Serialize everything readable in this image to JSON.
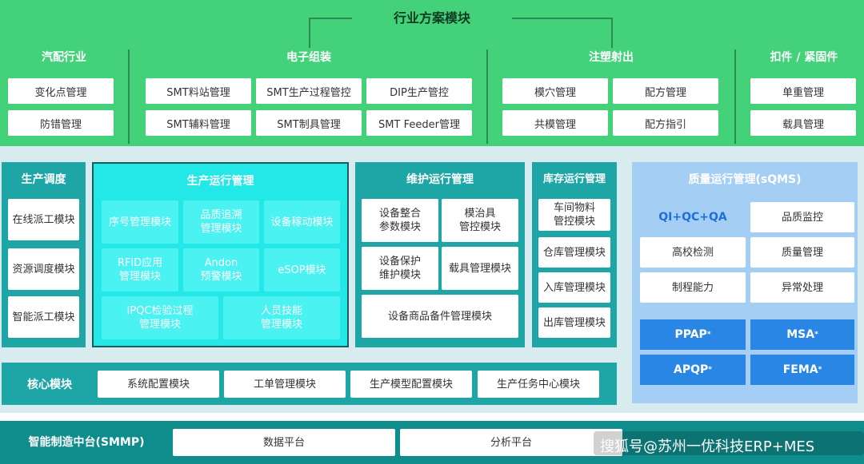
{
  "top": {
    "title": "行业方案模块",
    "industries": [
      {
        "title": "汽配行业",
        "items": [
          "变化点管理",
          "防错管理"
        ]
      },
      {
        "title": "电子组装",
        "items": [
          "SMT料站管理",
          "SMT生产过程管控",
          "DIP生产管控",
          "SMT辅料管理",
          "SMT制具管理",
          "SMT Feeder管理"
        ]
      },
      {
        "title": "注塑射出",
        "items": [
          "模穴管理",
          "配方管理",
          "共模管理",
          "配方指引"
        ]
      },
      {
        "title": "扣件 / 紧固件",
        "items": [
          "单重管理",
          "载具管理"
        ]
      }
    ]
  },
  "scheduling": {
    "title": "生产调度",
    "items": [
      "在线派工模块",
      "资源调度模块",
      "智能派工模块"
    ]
  },
  "operations": {
    "title": "生产运行管理",
    "items": [
      "序号管理模块",
      "品质追溯\n管理模块",
      "设备稼动模块",
      "RFID应用\n管理模块",
      "Andon\n预警模块",
      "eSOP模块",
      "IPQC检验过程\n管理模块",
      "人员技能\n管理模块"
    ]
  },
  "maintenance": {
    "title": "维护运行管理",
    "items": [
      "设备整合\n参数模块",
      "模治具\n管控模块",
      "设备保护\n维护模块",
      "载具管理模块",
      "设备商品备件管理模块"
    ]
  },
  "inventory": {
    "title": "库存运行管理",
    "items": [
      "车间物料\n管控模块",
      "仓库管理模块",
      "入库管理模块",
      "出库管理模块"
    ]
  },
  "quality": {
    "title": "质量运行管理(sQMS)",
    "highlight": "QI+QC+QA",
    "items": [
      "品质监控",
      "高校检测",
      "质量管理",
      "制程能力",
      "异常处理"
    ],
    "blue": [
      {
        "label": "PPAP",
        "mark": "*"
      },
      {
        "label": "MSA",
        "mark": "*"
      },
      {
        "label": "APQP",
        "mark": "*"
      },
      {
        "label": "FEMA",
        "mark": "*"
      }
    ]
  },
  "core": {
    "title": "核心模块",
    "items": [
      "系统配置模块",
      "工单管理模块",
      "生产模型配置模块",
      "生产任务中心模块"
    ]
  },
  "platform": {
    "title": "智能制造中台(SMMP)",
    "items": [
      "数据平台",
      "分析平台"
    ]
  },
  "watermark": "搜狐号@苏州一优科技ERP+MES",
  "colors": {
    "top_green": "#43d27a",
    "connector": "#2a8a52",
    "teal": "#1ea6a6",
    "cyan": "#24e7e7",
    "light_cyan": "#4af2f2",
    "quality_bg": "#a5cef5",
    "quality_blue": "#2a86e5",
    "platform_bg": "#0f8c8c"
  }
}
